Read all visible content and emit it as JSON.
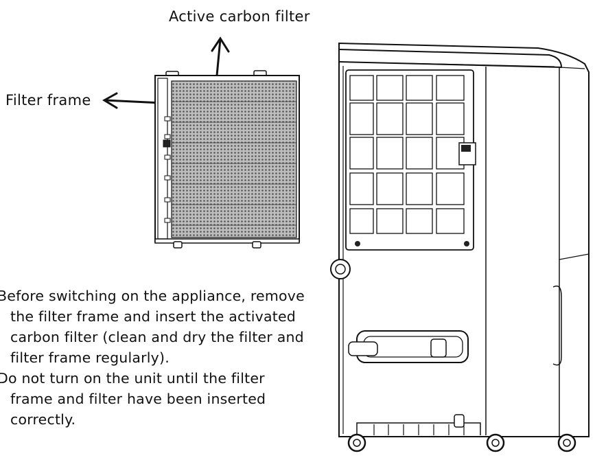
{
  "labels": {
    "carbon_filter": "Active carbon filter",
    "filter_frame": "Filter frame"
  },
  "instructions": {
    "item1": "Before switching on the appliance, remove the filter frame and insert the activated carbon filter (clean and dry the filter and filter frame regularly).",
    "item2": "Do not turn on the unit until the filter frame and filter have been inserted correctly."
  }
}
